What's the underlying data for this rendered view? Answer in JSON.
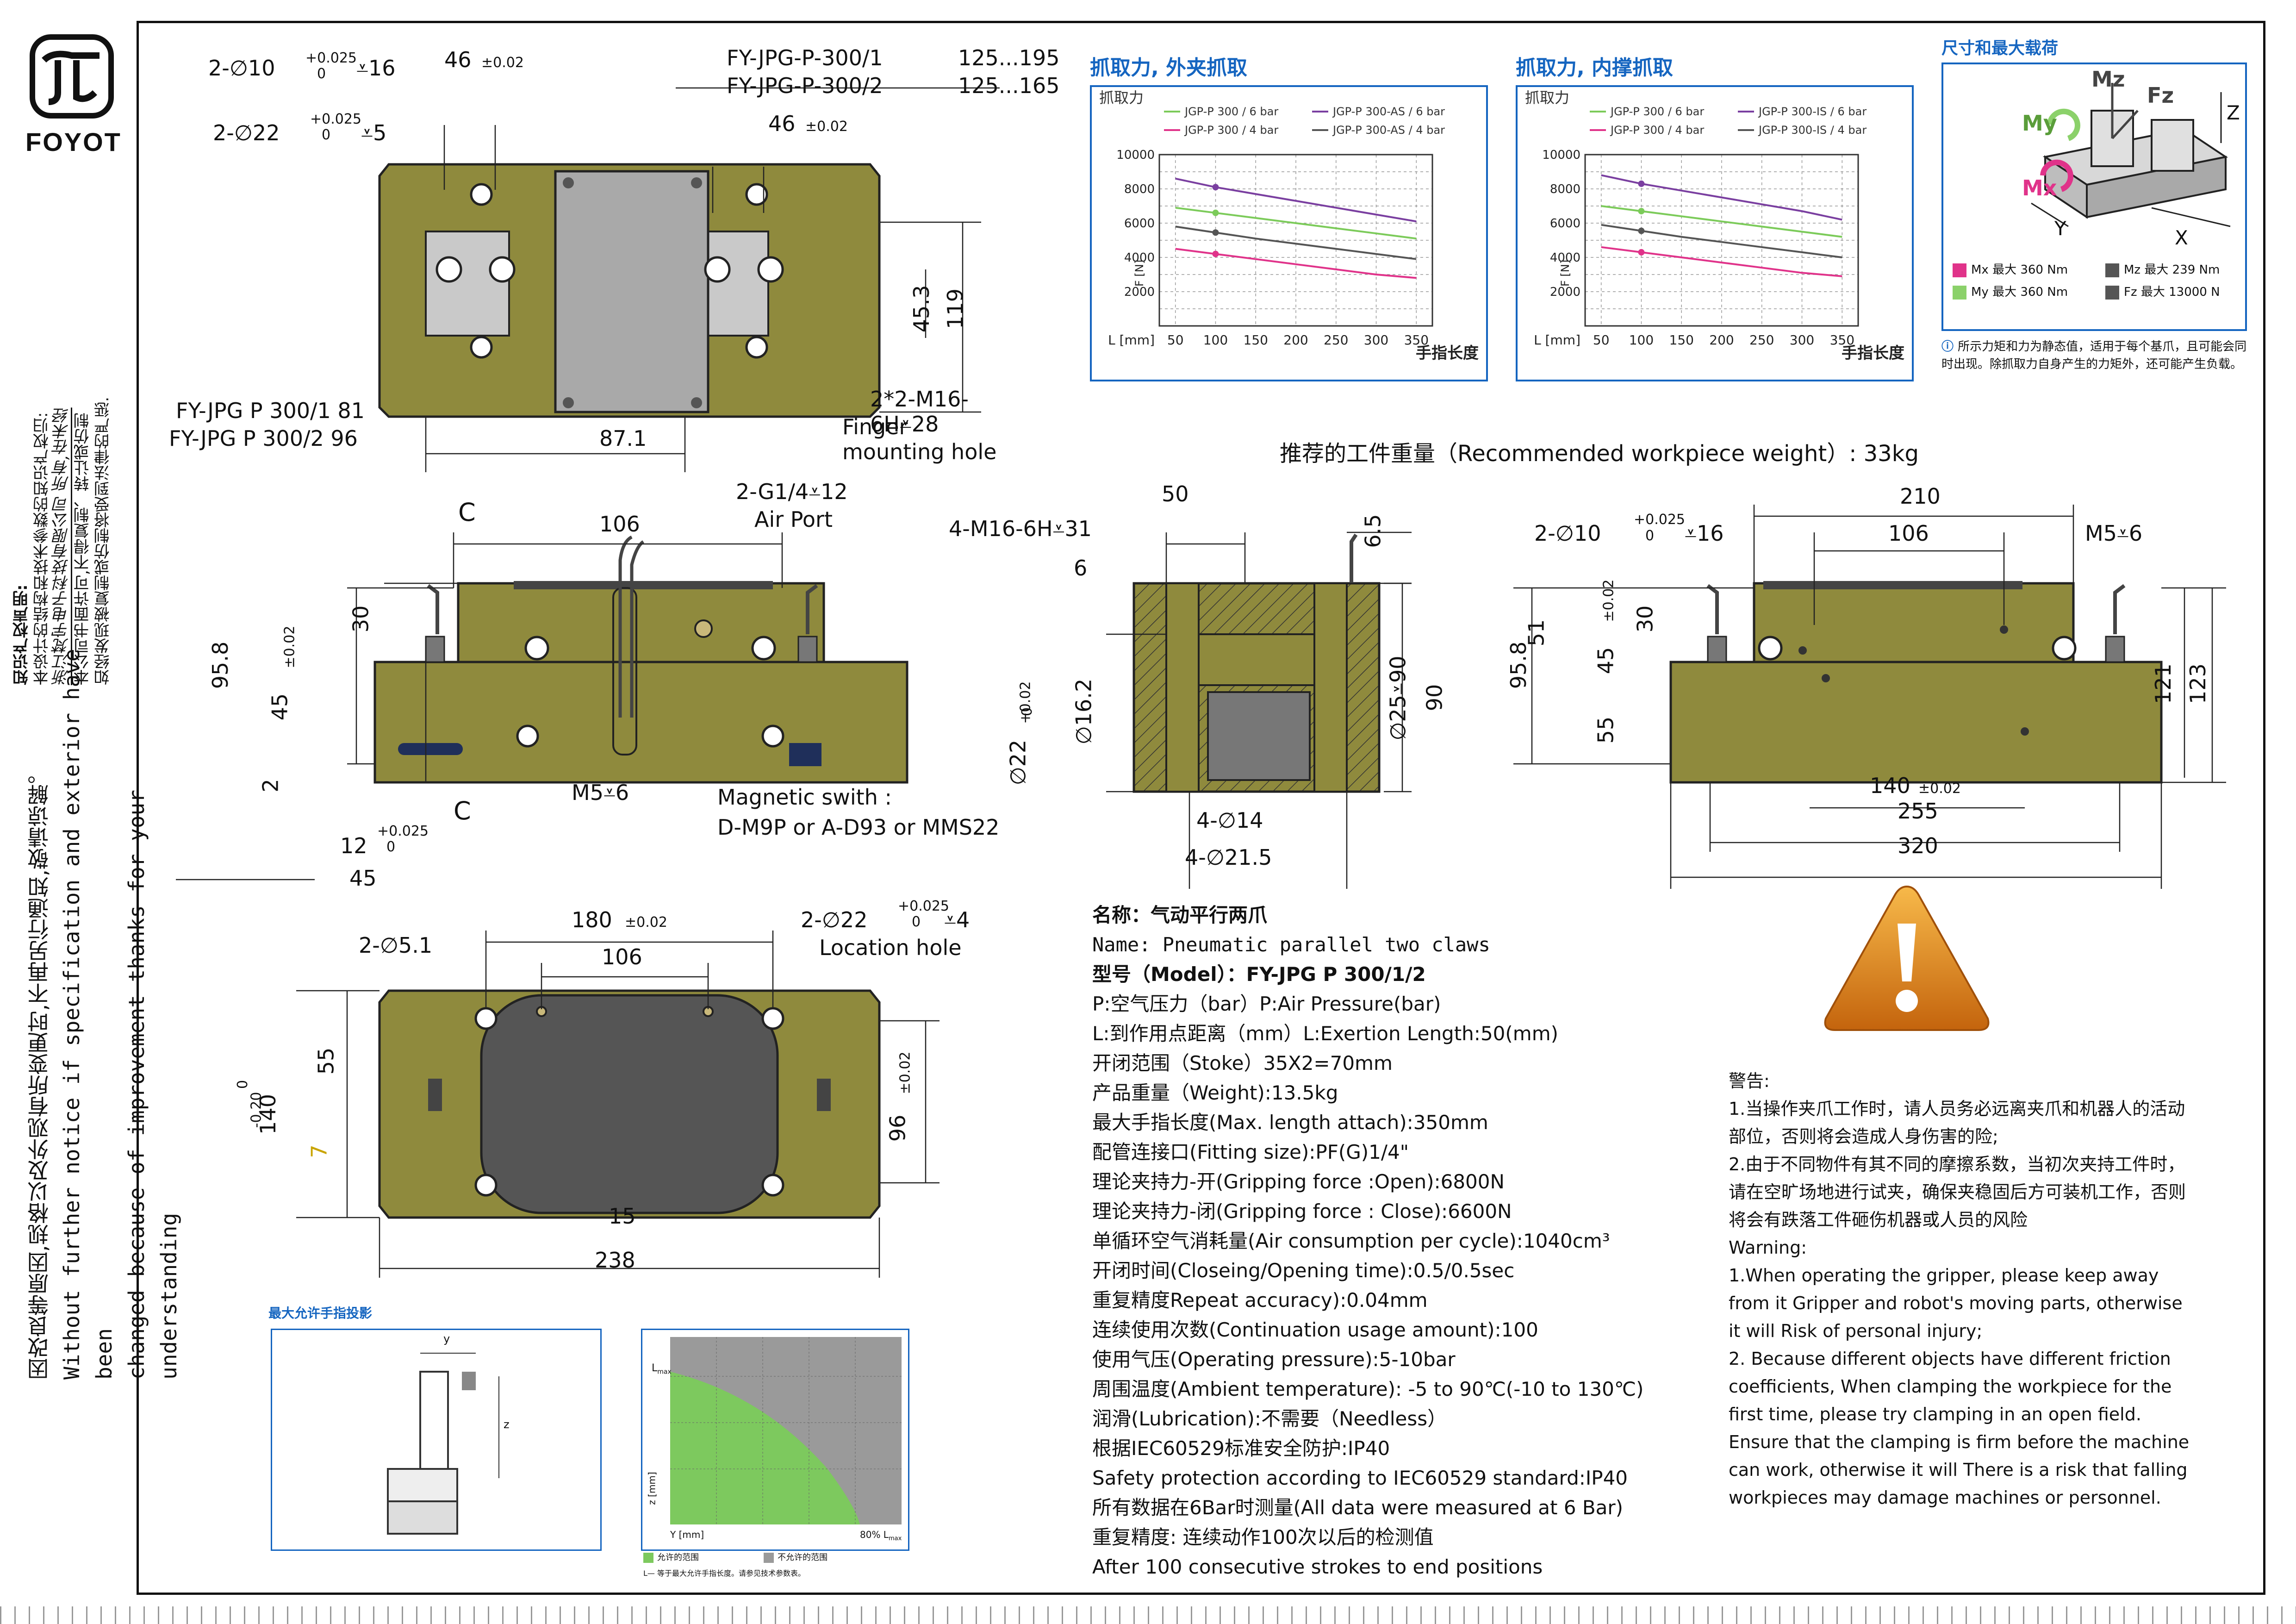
{
  "logo": {
    "brand": "FOYOT"
  },
  "side_notice": {
    "ip_title": "知识产权声明:",
    "ip_lines": [
      "本设计的结构和技术参数的知识产权归:",
      "浙江梵宇电子科技有限公司 所有,在未经",
      "本公司书面许可,不得复制、转让或仿制",
      "如经发现被复制或仿制将受到法律的严惩."
    ],
    "cn_notice": "因改良等原因,规格以及外观有所变更时,不再另行通知,敬请谅解。",
    "en_lines": [
      "Without further  notice if specification and exterior have been",
      "changed because of improvement thanks for your understanding"
    ]
  },
  "top_view": {
    "labels": [
      "2-∅10",
      "+0.025",
      "0",
      "⩡16",
      "46",
      "±0.02",
      "FY-JPG-P-300/1",
      "125...195",
      "FY-JPG-P-300/2",
      "125...165",
      "2-∅22",
      "+0.025",
      "0",
      "⩡5",
      "46",
      "±0.02",
      "45.3",
      "119",
      "2*2-M16-6H⩡28",
      "Finger mounting hole",
      "FY-JPG P 300/1 81",
      "FY-JPG P 300/2 96",
      "87.1"
    ]
  },
  "front_view": {
    "labels": [
      "C",
      "106",
      "2-G1/4⩡12",
      "Air Port",
      "30",
      "95.8",
      "45",
      "±0.02",
      "2",
      "C",
      "M5⩡6",
      "Magnetic swith :",
      "D-M9P or A-D93 or MMS22",
      "12",
      "+0.025",
      "0",
      "45"
    ]
  },
  "section_view": {
    "labels": [
      "50",
      "4-M16-6H⩡31",
      "6.5",
      "6",
      "∅16.2",
      "∅22",
      "+0.02",
      "0",
      "∅25⩡90",
      "90",
      "4-∅14",
      "4-∅21.5"
    ]
  },
  "side_view": {
    "labels": [
      "210",
      "2-∅10",
      "+0.025",
      "0",
      "⩡16",
      "106",
      "M5⩡6",
      "51",
      "30",
      "±0.02",
      "95.8",
      "45",
      "55",
      "121",
      "123",
      "140",
      "±0.02",
      "255",
      "320"
    ]
  },
  "bottom_view": {
    "labels": [
      "2-∅5.1",
      "180",
      "±0.02",
      "2-∅22",
      "+0.025",
      "0",
      "⩡4",
      "106",
      "Location hole",
      "55",
      "0",
      "-0.20",
      "140",
      "±0.02",
      "96",
      "7",
      "15",
      "238"
    ]
  },
  "recommended_weight": "推荐的工件重量（Recommended workpiece weight）: 33kg",
  "specs": [
    "名称：气动平行两爪",
    "Name: Pneumatic parallel two claws",
    "型号（Model）：FY-JPG P 300/1/2",
    "P:空气压力（bar）P:Air Pressure(bar)",
    "L:到作用点距离（mm）L:Exertion Length:50(mm)",
    "开闭范围（Stoke）35X2=70mm",
    "产品重量（Weight):13.5kg",
    "最大手指长度(Max. length attach):350mm",
    "配管连接口(Fitting size):PF(G)1/4\"",
    "理论夹持力-开(Gripping force :Open):6800N",
    "理论夹持力-闭(Gripping force : Close):6600N",
    "单循环空气消耗量(Air consumption per cycle):1040cm³",
    "开闭时间(Closeing/Opening time):0.5/0.5sec",
    "重复精度Repeat accuracy):0.04mm",
    "连续使用次数(Continuation usage amount):100",
    "使用气压(Operating pressure):5-10bar",
    "周围温度(Ambient temperature): -5 to 90℃(-10 to 130℃)",
    "润滑(Lubrication):不需要（Needless）",
    "根据IEC60529标准安全防护:IP40",
    "Safety protection according to IEC60529 standard:IP40",
    "所有数据在6Bar时测量(All data were measured at 6 Bar)",
    "重复精度: 连续动作100次以后的检测值",
    "After 100 consecutive strokes to end positions"
  ],
  "warnings": [
    "警告:",
    "1.当操作夹爪工作时，请人员务必远离夹爪和机器人的活动部位，否则将会造成人身伤害的险;",
    "2.由于不同物件有其不同的摩擦系数，当初次夹持工件时，请在空旷场地进行试夹，确保夹稳固后方可装机工作，否则将会有跌落工件砸伤机器或人员的风险",
    "Warning:",
    "1.When operating the gripper, please keep away from it Gripper and robot's moving parts, otherwise it will Risk of personal injury;",
    "2. Because different objects have different friction coefficients, When clamping the workpiece for the first time, please try clamping in an open field. Ensure that the clamping is firm before the machine can work, otherwise it will There is a risk that falling workpieces may damage machines or personnel."
  ],
  "load_panel": {
    "title": "尺寸和最大载荷",
    "axis_labels": [
      "Mz",
      "Fz",
      "My",
      "Mx",
      "Z",
      "Y",
      "X"
    ],
    "legend": [
      {
        "label": "Mx  最大  360  Nm",
        "color": "#e0338a"
      },
      {
        "label": "Mz  最大  239  Nm",
        "color": "#555555"
      },
      {
        "label": "My  最大  360  Nm",
        "color": "#8bd16a"
      },
      {
        "label": "Fz  最大  13000  N",
        "color": "#555555"
      }
    ],
    "note": "所示力矩和力为静态值，适用于每个基爪，且可能会同时出现。除抓取力自身产生的力矩外，还可能产生负载。"
  },
  "finger_proj": {
    "title": "最大允许手指投影",
    "y_label": "y",
    "z_label": "z",
    "chart_y_axis": "z [mm]",
    "chart_x_axis": "Y [mm]",
    "lmax": "L",
    "lmax_sub": "max",
    "x_mark": "80% L",
    "x_mark_sub": "max",
    "legend_ok": "允许的范围",
    "legend_no": "不允许的范围",
    "footnote": "L— 等于最大允许手指长度。请参见技术参数表。",
    "ok_color": "#7dc95e",
    "no_color": "#9a9a9a"
  },
  "chart_data": [
    {
      "type": "line",
      "title": "抓取力, 外夹抓取",
      "ylabel": "抓取力",
      "y_axis_unit": "F [N]",
      "xlabel": "手指长度",
      "x_axis_unit": "L [mm]",
      "x": [
        50,
        100,
        150,
        200,
        250,
        300,
        350
      ],
      "ylim": [
        0,
        10000
      ],
      "yticks": [
        2000,
        4000,
        6000,
        8000,
        10000
      ],
      "series": [
        {
          "name": "JGP-P 300 / 6 bar",
          "color": "#7ccb5a",
          "values": [
            6900,
            6600,
            6300,
            6000,
            5700,
            5400,
            5100
          ]
        },
        {
          "name": "JGP-P 300 / 4 bar",
          "color": "#e0338a",
          "values": [
            4500,
            4200,
            3900,
            3600,
            3300,
            3000,
            2800
          ]
        },
        {
          "name": "JGP-P 300-AS / 6 bar",
          "color": "#7a3fa0",
          "values": [
            8600,
            8100,
            7700,
            7300,
            6900,
            6500,
            6100
          ]
        },
        {
          "name": "JGP-P 300-AS / 4 bar",
          "color": "#555555",
          "values": [
            5800,
            5450,
            5100,
            4800,
            4500,
            4200,
            3900
          ]
        }
      ]
    },
    {
      "type": "line",
      "title": "抓取力, 内撑抓取",
      "ylabel": "抓取力",
      "y_axis_unit": "F [N]",
      "xlabel": "手指长度",
      "x_axis_unit": "L [mm]",
      "x": [
        50,
        100,
        150,
        200,
        250,
        300,
        350
      ],
      "ylim": [
        0,
        10000
      ],
      "yticks": [
        2000,
        4000,
        6000,
        8000,
        10000
      ],
      "series": [
        {
          "name": "JGP-P 300 / 6 bar",
          "color": "#7ccb5a",
          "values": [
            7000,
            6700,
            6400,
            6100,
            5800,
            5500,
            5200
          ]
        },
        {
          "name": "JGP-P 300 / 4 bar",
          "color": "#e0338a",
          "values": [
            4600,
            4300,
            4000,
            3700,
            3400,
            3100,
            2900
          ]
        },
        {
          "name": "JGP-P 300-IS / 6 bar",
          "color": "#7a3fa0",
          "values": [
            8800,
            8300,
            7900,
            7500,
            7100,
            6700,
            6200
          ]
        },
        {
          "name": "JGP-P 300-IS / 4 bar",
          "color": "#555555",
          "values": [
            5900,
            5550,
            5200,
            4900,
            4600,
            4300,
            4000
          ]
        }
      ]
    }
  ]
}
